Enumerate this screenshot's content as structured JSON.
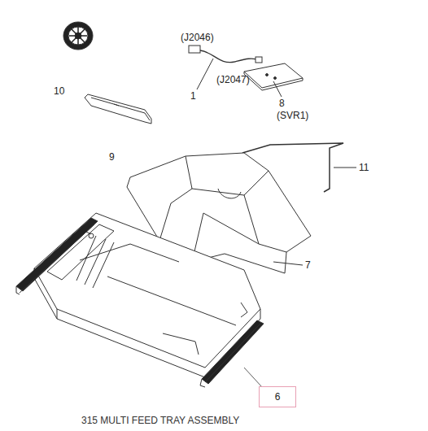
{
  "diagram": {
    "caption": "315 MULTI FEED TRAY ASSEMBLY",
    "nodes": [
      {
        "text": [
          "6"
        ]
      }
    ],
    "labels": [
      "10",
      "(J2046)",
      "1",
      "(J2047)",
      "8",
      "(SVR1)",
      "9",
      "11",
      "7"
    ]
  }
}
